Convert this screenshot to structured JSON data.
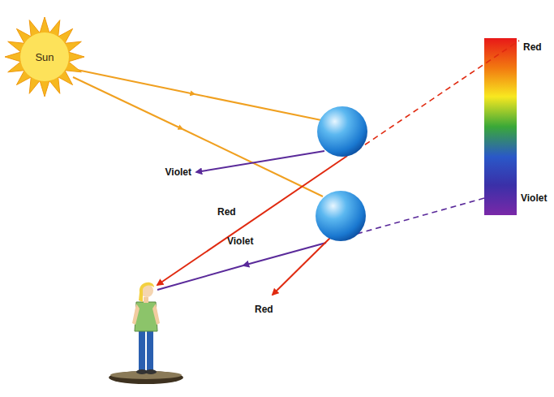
{
  "diagram": {
    "nodes": [
      {
        "text": [
          "Sun"
        ]
      }
    ],
    "labels": [
      "Red",
      "Violet",
      "Violet",
      "Red",
      "Violet",
      "Red"
    ]
  }
}
